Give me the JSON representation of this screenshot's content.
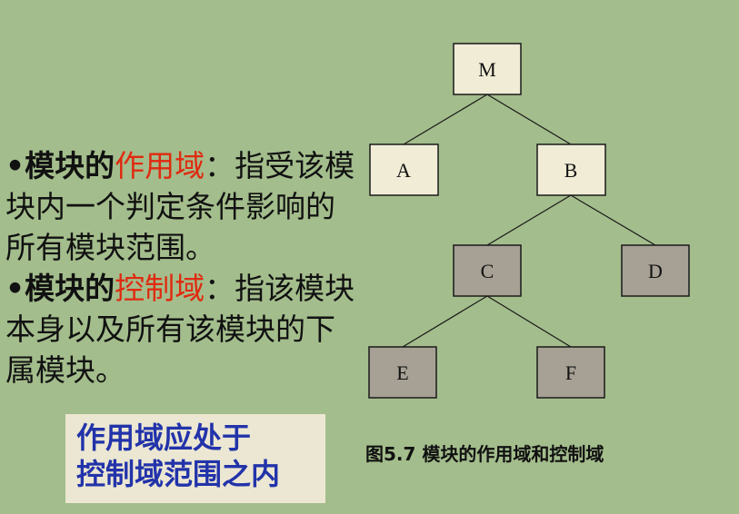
{
  "text": {
    "p1_bullet": "•模块的",
    "p1_term": "作用域",
    "p1_rest": "：指受该模块内一个判定条件影响的所有模块范围。",
    "p2_bullet": "•模块的",
    "p2_term": "控制域",
    "p2_rest": "：指该模块本身以及所有该模块的下属模块。"
  },
  "callout": {
    "line1": "作用域应处于",
    "line2": "控制域范围之内"
  },
  "diagram": {
    "caption": "图5.7  模块的作用域和控制域",
    "nodes": {
      "M": "M",
      "A": "A",
      "B": "B",
      "C": "C",
      "D": "D",
      "E": "E",
      "F": "F"
    }
  },
  "colors": {
    "background": "#a3bd8c",
    "node_light": "#f0ecd6",
    "node_dark": "#a6a194",
    "term_red": "#e02a10",
    "callout_text": "#2233aa",
    "callout_bg": "#ece7d2"
  }
}
